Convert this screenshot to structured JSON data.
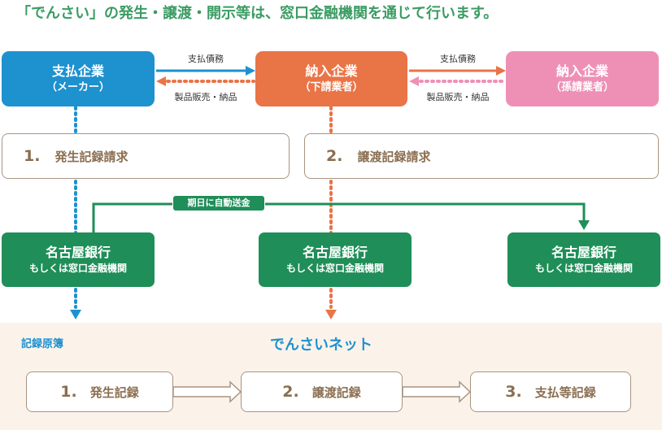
{
  "title": "「でんさい」の発生・譲渡・開示等は、窓口金融機関を通じて行います。",
  "parties": {
    "payer": {
      "name": "支払企業",
      "role": "（メーカー）"
    },
    "supplier": {
      "name": "納入企業",
      "role": "（下請業者）"
    },
    "subsupplier": {
      "name": "納入企業",
      "role": "（孫請業者）"
    }
  },
  "flows": {
    "debt_label": "支払債務",
    "goods_label": "製品販売・納品"
  },
  "requests": [
    {
      "num": "1.",
      "text": "発生記録請求"
    },
    {
      "num": "2.",
      "text": "譲渡記録請求"
    }
  ],
  "auto_transfer": "期日に自動送金",
  "bank": {
    "name": "名古屋銀行",
    "sub": "もしくは窓口金融機関"
  },
  "ledger_label": "記録原簿",
  "network_name": "でんさいネット",
  "records": [
    {
      "num": "1.",
      "text": "発生記録"
    },
    {
      "num": "2.",
      "text": "譲渡記録"
    },
    {
      "num": "3.",
      "text": "支払等記録"
    }
  ],
  "colors": {
    "blue": "#1e91cf",
    "orange": "#e97446",
    "pink": "#ee90b6",
    "green": "#1f8e58",
    "title_green": "#3b9c63",
    "brown": "#8a6e50",
    "ledger_bg": "#fbf3ea"
  }
}
